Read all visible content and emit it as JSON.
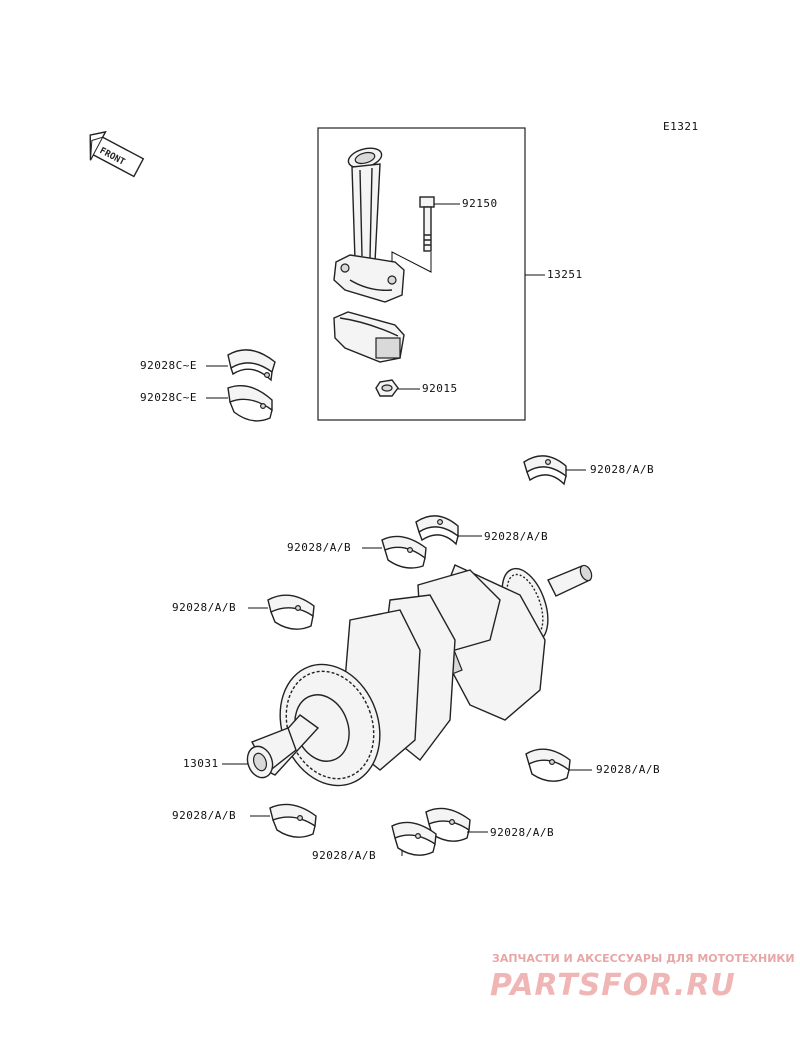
{
  "diagram_code": "E1321",
  "front_label": "FRONT",
  "labels": {
    "p92150": "92150",
    "p13251": "13251",
    "p92015": "92015",
    "p92028ce_a": "92028C~E",
    "p92028ce_b": "92028C~E",
    "p92028_r1": "92028/A/B",
    "p92028_r2": "92028/A/B",
    "p92028_r3": "92028/A/B",
    "p92028_r4": "92028/A/B",
    "p92028_r5": "92028/A/B",
    "p13031": "13031",
    "p92028_r6": "92028/A/B",
    "p92028_r7": "92028/A/B",
    "p92028_r8": "92028/A/B"
  },
  "watermark": {
    "tagline": "ЗАПЧАСТИ И АКСЕССУАРЫ ДЛЯ МОТОТЕХНИКИ",
    "brand": "PARTSFOR.RU"
  },
  "colors": {
    "line": "#222222",
    "watermark": "#f0b5b5"
  }
}
